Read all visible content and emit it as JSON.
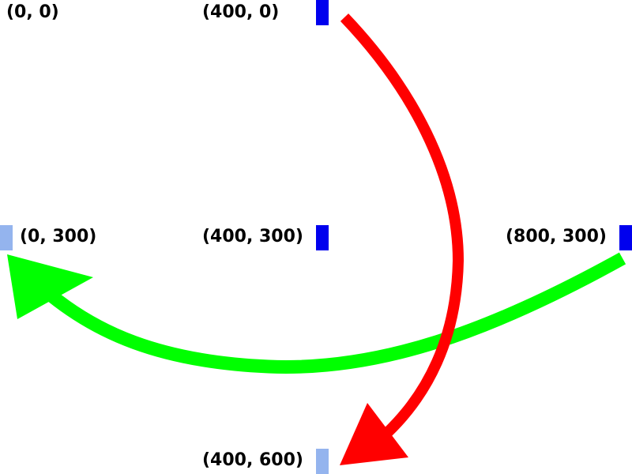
{
  "labels": {
    "top_left": "(0, 0)",
    "top_mid": "(400, 0)",
    "mid_left": "(0, 300)",
    "center": "(400, 300)",
    "mid_right": "(800, 300)",
    "bottom_mid": "(400, 600)"
  },
  "colors": {
    "marker_dark": "#0000ee",
    "marker_light": "#94b4ee",
    "red_arrow": "#ff0000",
    "green_arrow": "#00ff00",
    "label_text": "#000000"
  },
  "arrows": [
    {
      "name": "red-arrow",
      "from": "(400, 0)",
      "to": "(400, 600)"
    },
    {
      "name": "green-arrow",
      "from": "(800, 300)",
      "to": "(0, 300)"
    }
  ]
}
